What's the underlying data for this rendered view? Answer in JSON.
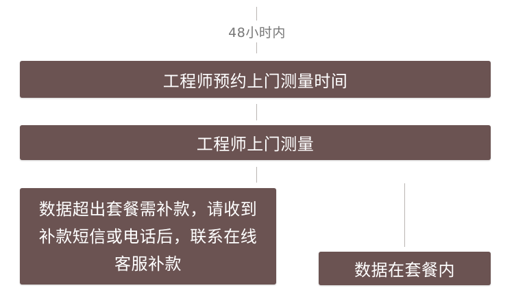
{
  "timing_label": "48小时内",
  "steps": {
    "schedule": "工程师预约上门测量时间",
    "measure": "工程师上门测量"
  },
  "branches": {
    "over_package": "数据超出套餐需补款，请收到\n补款短信或电话后，联系在线\n客服补款",
    "within_package": "数据在套餐内"
  },
  "colors": {
    "box_fill": "#6b5352",
    "box_text": "#ffffff",
    "connector": "#b9b4b2",
    "label_text": "#767676"
  }
}
